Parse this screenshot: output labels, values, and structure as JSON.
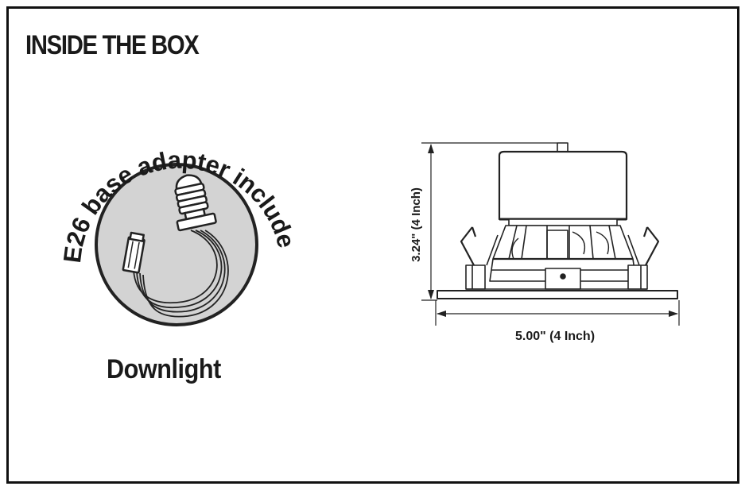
{
  "header": {
    "title": "INSIDE THE BOX"
  },
  "adapter": {
    "arc_text": "E26 base adapter included"
  },
  "product": {
    "caption": "Downlight"
  },
  "dimensions": {
    "height_label": "3.24\" (4 Inch)",
    "width_label": "5.00\" (4 Inch)"
  },
  "colors": {
    "frame": "#111111",
    "text": "#1a1a1a",
    "circle_fill": "#d3d3d3",
    "line_art": "#222222"
  },
  "icons": [
    "e26-socket-adapter-icon",
    "downlight-side-view-icon"
  ]
}
